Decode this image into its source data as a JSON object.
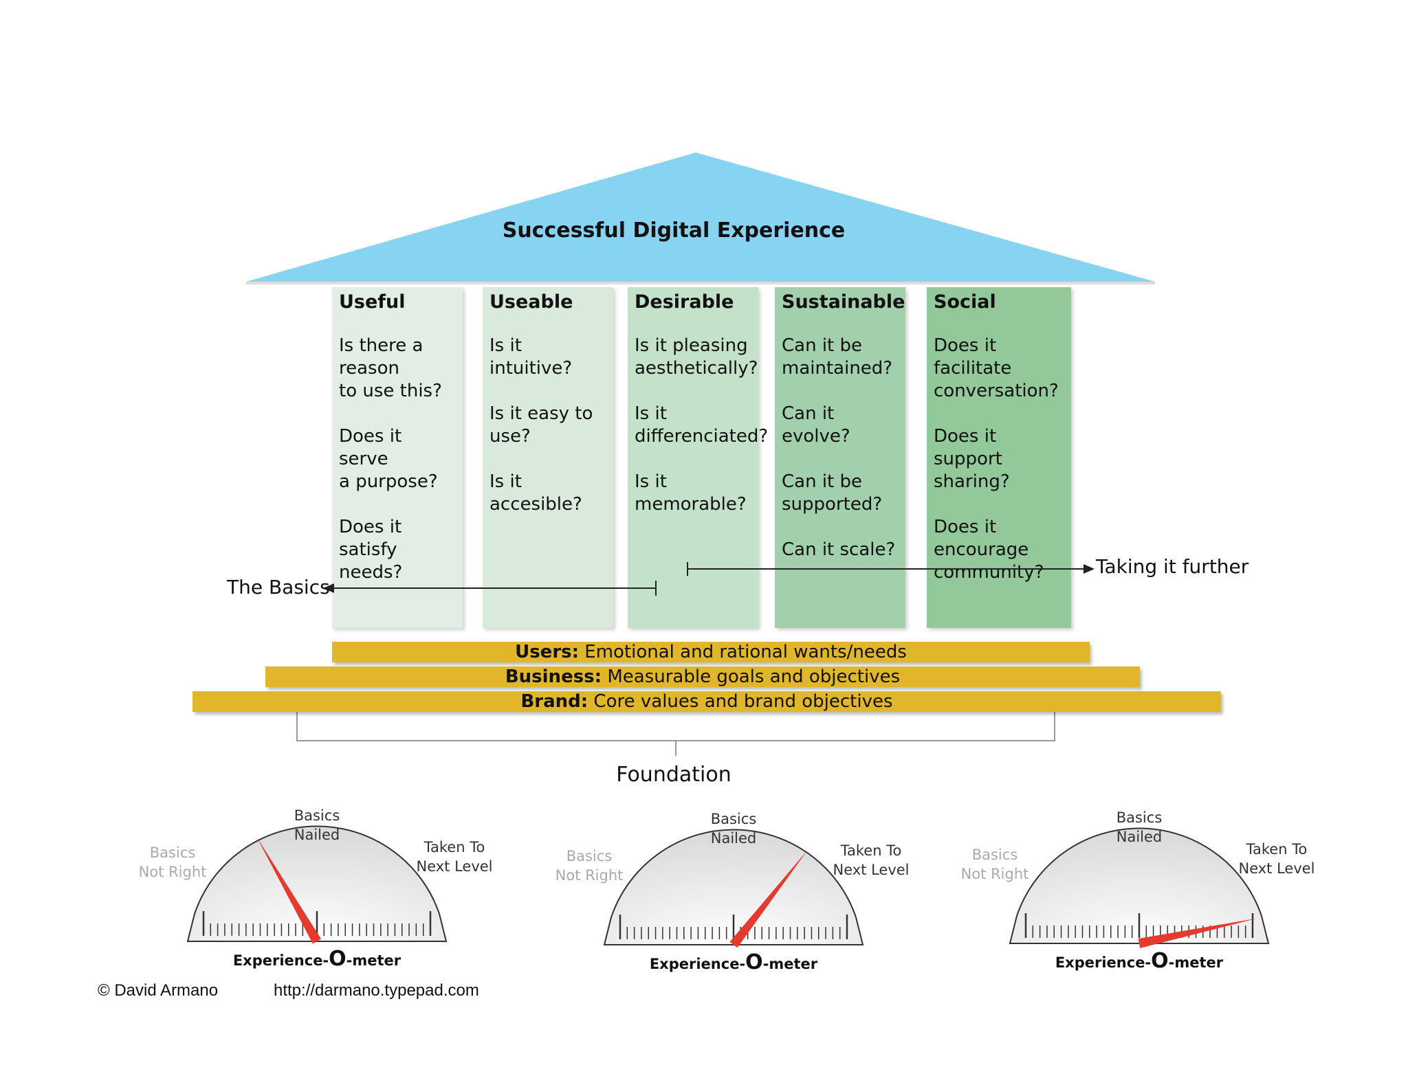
{
  "roof": {
    "title": "Successful Digital Experience",
    "color": "#87d3f2"
  },
  "pillars": [
    {
      "title": "Useful",
      "color": "#e2ede3",
      "questions": [
        "Is there a\nreason\nto use this?",
        "Does it serve\na purpose?",
        "Does it satisfy\nneeds?"
      ]
    },
    {
      "title": "Useable",
      "color": "#d9e9db",
      "questions": [
        "Is it intuitive?",
        "Is it easy to\nuse?",
        "Is it accesible?"
      ]
    },
    {
      "title": "Desirable",
      "color": "#c3e2c9",
      "questions": [
        "Is it pleasing\naesthetically?",
        "Is it\ndifferenciated?",
        "Is it\nmemorable?"
      ]
    },
    {
      "title": "Sustainable",
      "color": "#a2cfac",
      "questions": [
        "Can it be\nmaintained?",
        "Can it evolve?",
        "Can it be\nsupported?",
        "Can it scale?"
      ]
    },
    {
      "title": "Social",
      "color": "#93c99a",
      "questions": [
        "Does it facilitate\nconversation?",
        "Does it support\nsharing?",
        "Does it\nencourage\ncommunity?"
      ]
    }
  ],
  "arrows": {
    "basics": "The Basics",
    "further": "Taking it further"
  },
  "bands": [
    {
      "bold": "Users:",
      "text": " Emotional and rational wants/needs"
    },
    {
      "bold": "Business:",
      "text": " Measurable goals and objectives"
    },
    {
      "bold": "Brand:",
      "text": " Core values and brand objectives"
    }
  ],
  "band_color": "#e2b62a",
  "foundation": "Foundation",
  "gauges": {
    "label_not_right": "Basics\nNot Right",
    "label_nailed": "Basics\nNailed",
    "label_next": "Taken To\nNext Level",
    "meter_prefix": "Experience-",
    "meter_o": "O",
    "meter_suffix": "-meter",
    "needle_color": "#e53a2e",
    "readings": [
      "Basics Not Right",
      "Basics Nailed",
      "Taken To Next Level"
    ]
  },
  "credits": {
    "author": "© David Armano",
    "url": "http://darmano.typepad.com"
  }
}
